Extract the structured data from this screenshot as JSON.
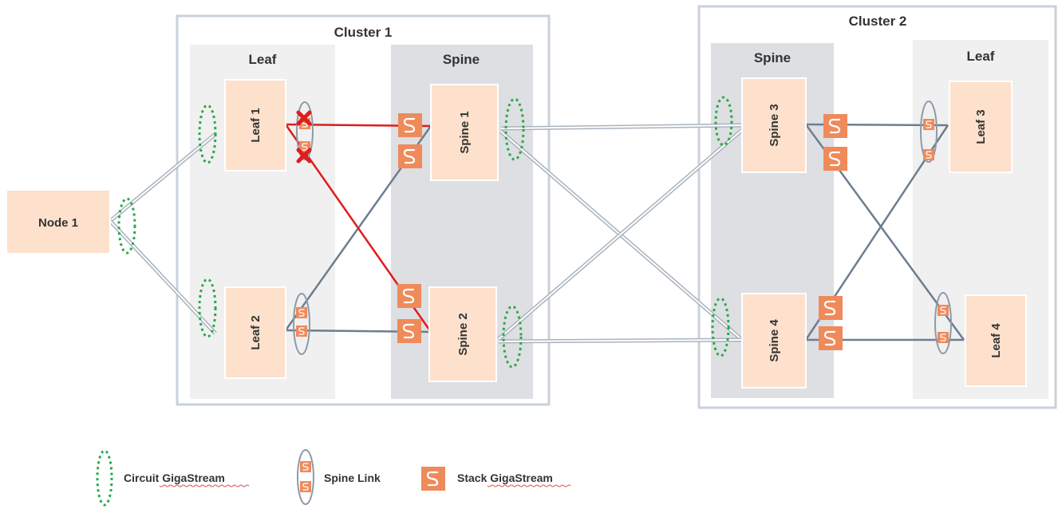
{
  "clusters": {
    "c1": {
      "title": "Cluster 1",
      "leaf_header": "Leaf",
      "spine_header": "Spine"
    },
    "c2": {
      "title": "Cluster 2",
      "spine_header": "Spine",
      "leaf_header": "Leaf"
    }
  },
  "nodes": {
    "node1": "Node 1",
    "leaf1": "Leaf 1",
    "leaf2": "Leaf 2",
    "spine1": "Spine 1",
    "spine2": "Spine 2",
    "spine3": "Spine 3",
    "spine4": "Spine 4",
    "leaf3": "Leaf 3",
    "leaf4": "Leaf 4"
  },
  "legend": {
    "circuit": "Circuit GigaStream",
    "spine_link": "Spine Link",
    "stack": "Stack GigaStream"
  },
  "colors": {
    "node_fill": "#fde1cc",
    "stack_orange": "#ef8a5a",
    "circuit_green": "#2aa84a",
    "failed_link_red": "#e01c1c",
    "spine_link_gray": "#6e7d90"
  },
  "icons": [
    "stack-gigastream-icon",
    "failure-x-icon"
  ]
}
